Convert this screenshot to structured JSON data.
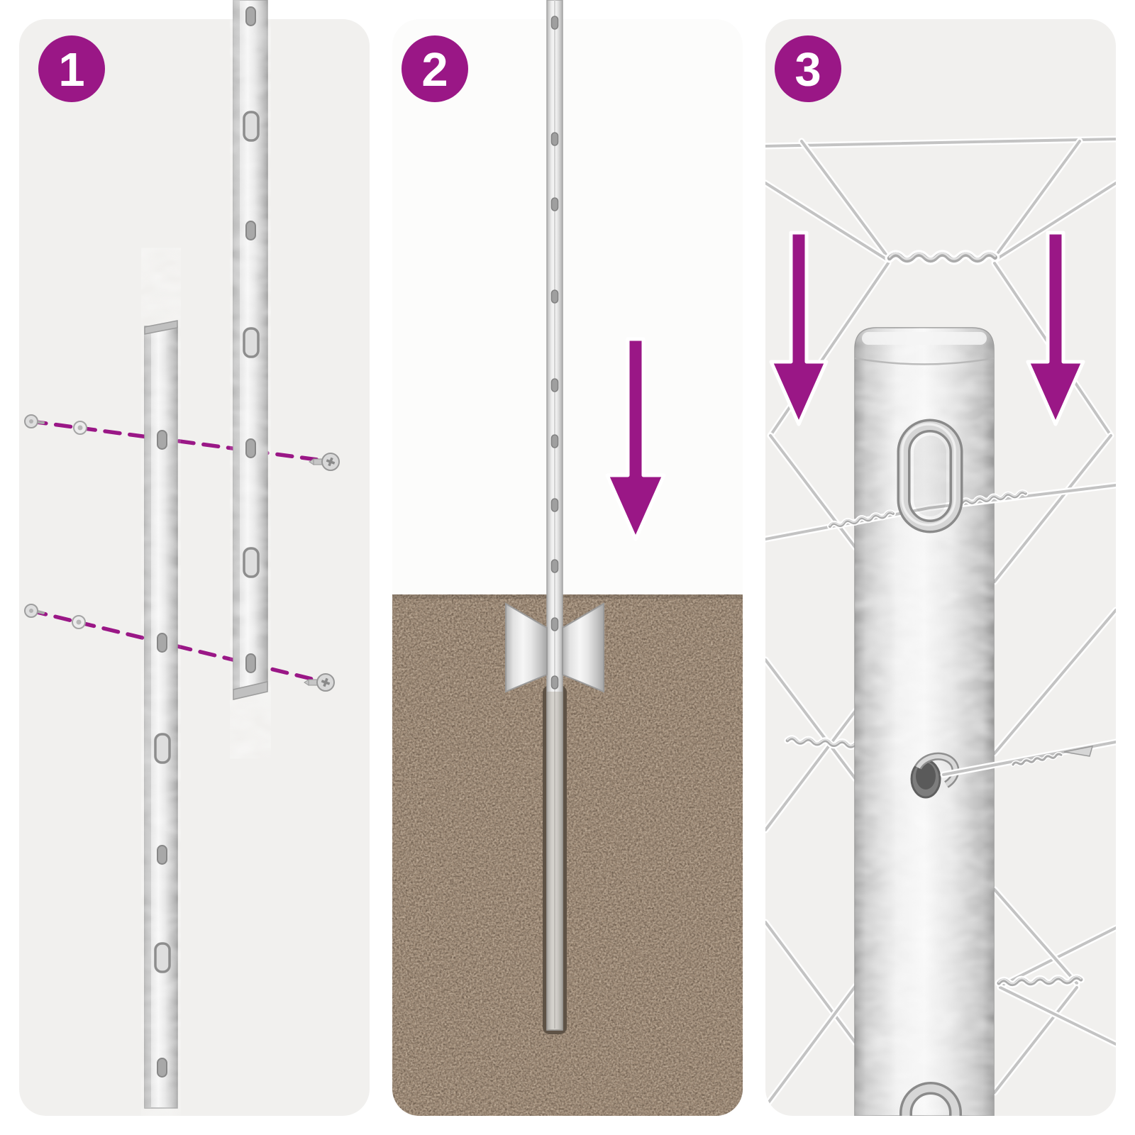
{
  "steps": [
    {
      "label": "1"
    },
    {
      "label": "2"
    },
    {
      "label": "3"
    }
  ],
  "colors": {
    "accent": "#9a1786",
    "panel_bg": "#f1f0ee",
    "badge_text": "#ffffff",
    "soil_base": "#a08c78",
    "soil_dark": "#6f5f50",
    "soil_light": "#c7b6a2",
    "wire": "#c3c3c3",
    "metal_light": "#f6f6f6",
    "metal_mid": "#d6d6d6",
    "metal_dark": "#a6a6a6"
  }
}
